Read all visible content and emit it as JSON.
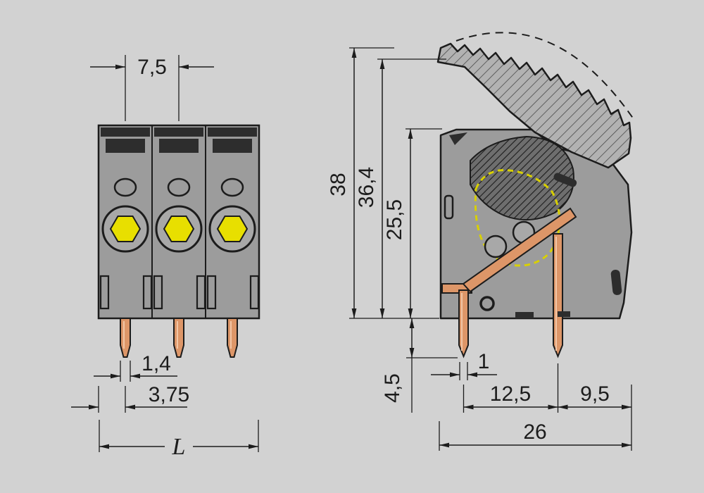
{
  "colors": {
    "background": "#d2d2d2",
    "line": "#1c1c1c",
    "body": "#9c9c9c",
    "body_light": "#a8a8a8",
    "cap": "#2d2d2d",
    "yellow": "#e8df00",
    "spring_yellow": "#d8d000",
    "copper": "#dd9668",
    "copper_light": "#f2c6a6"
  },
  "front_view": {
    "dims": {
      "pitch": "7,5",
      "pin_width": "1,4",
      "pin_offset": "3,75",
      "length": "L"
    }
  },
  "side_view": {
    "dims": {
      "total_height": "38",
      "lever_height": "36,4",
      "body_height": "25,5",
      "pin_length": "4,5",
      "pin_thickness": "1",
      "pin_spacing": "12,5",
      "pin_to_edge": "9,5",
      "depth": "26"
    }
  }
}
